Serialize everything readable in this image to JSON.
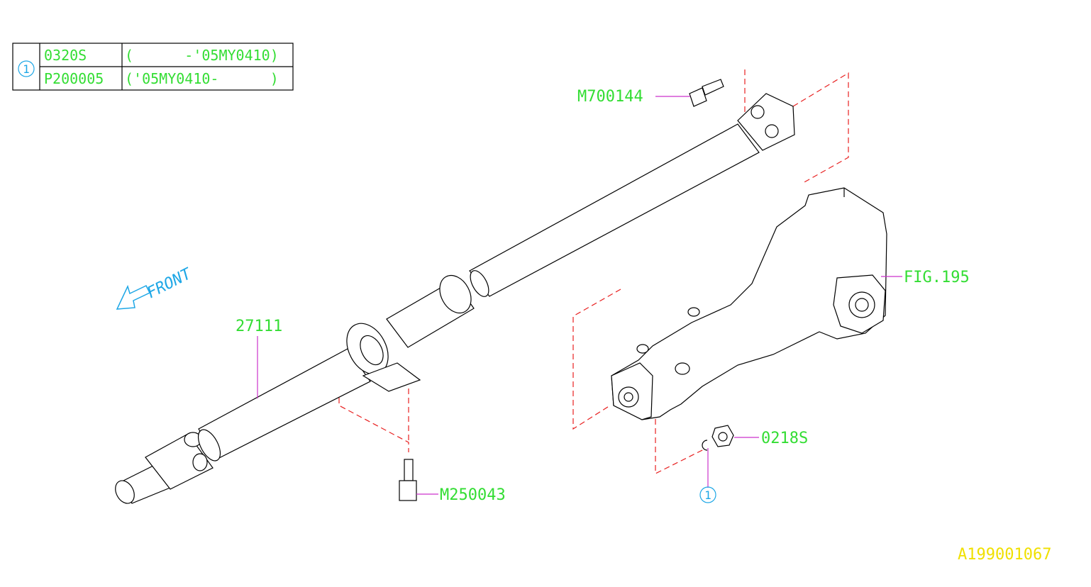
{
  "legend_table": {
    "symbol": "1",
    "rows": [
      {
        "part": "0320S",
        "range": "(      -'05MY0410)"
      },
      {
        "part": "P200005",
        "range": "('05MY0410-      )"
      }
    ]
  },
  "callouts": {
    "m700144": "M700144",
    "fig195": "FIG.195",
    "p27111": "27111",
    "m250043": "M250043",
    "p0218s": "0218S",
    "ref_symbol": "1"
  },
  "front_label": "FRONT",
  "drawing_id": "A199001067",
  "colors": {
    "part_number": "#33dd33",
    "symbol": "#1ea7e6",
    "leader": "#cc33cc",
    "dashed_guide": "#e82020",
    "outline": "#000000",
    "drawing_id": "#f0e000"
  }
}
